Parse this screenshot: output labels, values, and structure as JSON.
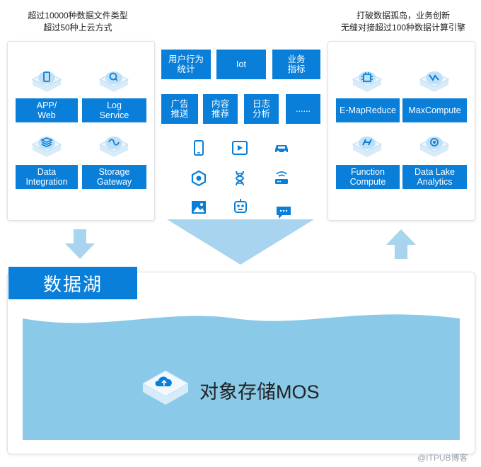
{
  "captions": {
    "left_line1": "超过10000种数据文件类型",
    "left_line2": "超过50种上云方式",
    "right_line1": "打破数据孤岛，业务创新",
    "right_line2": "无缝对接超过100种数据计算引擎"
  },
  "left_panel": {
    "items": [
      {
        "label": "APP/\nWeb",
        "icon": "mobile-icon"
      },
      {
        "label": "Log\nService",
        "icon": "search-icon"
      },
      {
        "label": "Data\nIntegration",
        "icon": "layers-icon"
      },
      {
        "label": "Storage\nGateway",
        "icon": "gateway-icon"
      }
    ]
  },
  "middle_panel": {
    "tags": [
      "用户行为\n统计",
      "Iot",
      "业务\n指标",
      "广告\n推送",
      "内容\n推荐",
      "日志\n分析",
      "......"
    ],
    "icons": [
      "tablet-icon",
      "play-icon",
      "car-icon",
      "cube-icon",
      "dna-icon",
      "router-icon",
      "image-icon",
      "robot-icon",
      "chat-icon"
    ]
  },
  "right_panel": {
    "items": [
      {
        "label": "E-MapReduce",
        "icon": "chip-icon"
      },
      {
        "label": "MaxCompute",
        "icon": "lightning-icon"
      },
      {
        "label": "Function\nCompute",
        "icon": "function-icon"
      },
      {
        "label": "Data Lake\nAnalytics",
        "icon": "analytics-icon"
      }
    ]
  },
  "lake": {
    "title": "数据湖",
    "storage_label": "对象存储MOS",
    "storage_icon": "cloud-upload-icon"
  },
  "watermark": "@ITPUB博客",
  "colors": {
    "primary": "#0a7fd9",
    "lake": "#8ac9e8",
    "arrow": "#a8d4ef"
  }
}
